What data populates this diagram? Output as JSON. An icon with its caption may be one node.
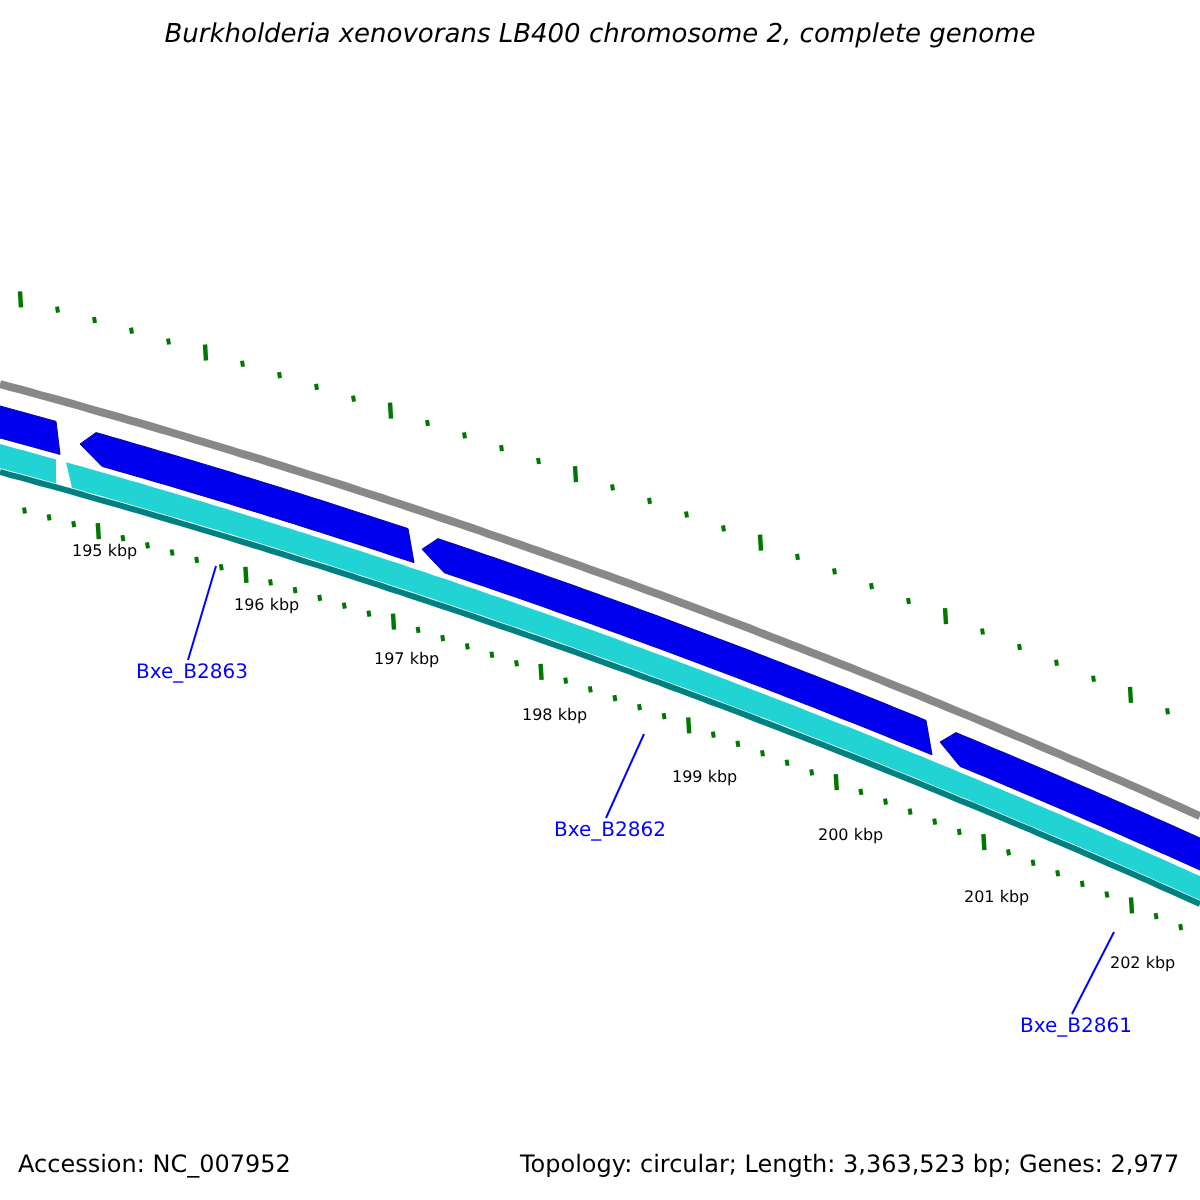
{
  "diagram": {
    "title": "Burkholderia xenovorans LB400 chromosome 2, complete genome",
    "nodes": [
      {
        "text": [
          "Bxe_B2863"
        ]
      },
      {
        "text": [
          "Bxe_B2862"
        ]
      },
      {
        "text": [
          "Bxe_B2861"
        ]
      }
    ],
    "edges": [
      {
        "from": 0,
        "to": null,
        "arrow": "none"
      },
      {
        "from": 1,
        "to": null,
        "arrow": "none"
      },
      {
        "from": 2,
        "to": null,
        "arrow": "none"
      }
    ],
    "labels": [
      "195 kbp",
      "196 kbp",
      "197 kbp",
      "198 kbp",
      "199 kbp",
      "200 kbp",
      "201 kbp",
      "202 kbp",
      "Accession: NC_007952",
      "Topology: circular; Length: 3,363,523 bp; Genes: 2,977"
    ]
  }
}
